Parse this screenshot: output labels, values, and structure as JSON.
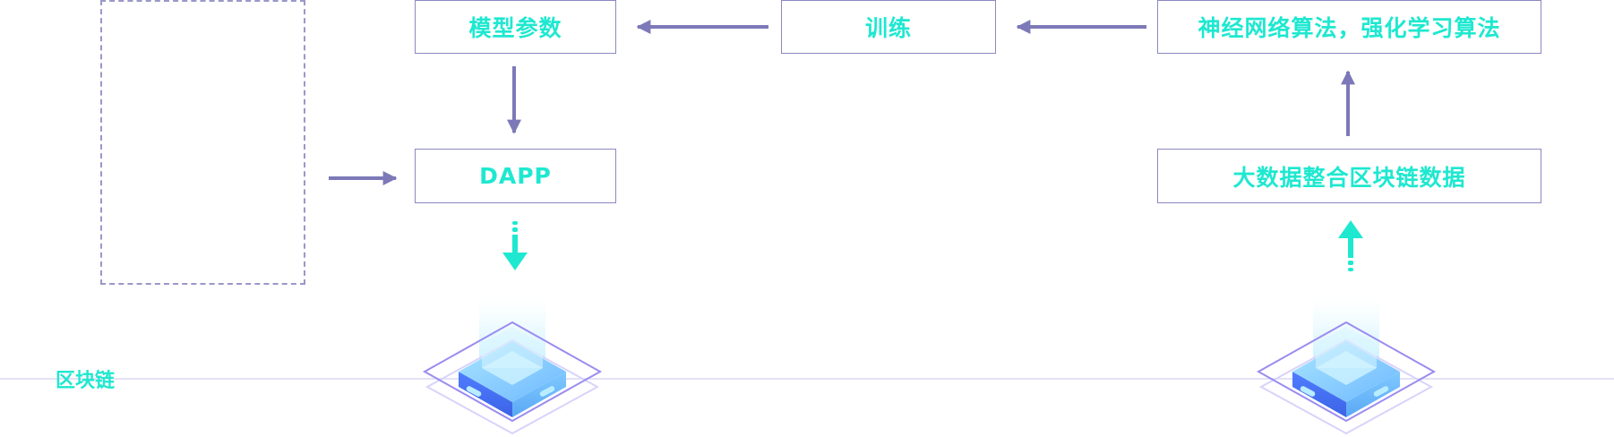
{
  "colors": {
    "text_accent": "#1ee8d0",
    "box_border": "#8b88c0",
    "arrow_purple": "#7d79b8",
    "arrow_cyan": "#1ee8d0",
    "chain_line": "#e4e2f5",
    "node_blue": "#5b8cff",
    "node_light": "#9fd9ff",
    "node_outline": "#9a8cf0"
  },
  "nodes": {
    "model_params": "模型参数",
    "training": "训练",
    "algorithms": "神经网络算法，强化学习算法",
    "dapp": "DAPP",
    "big_data": "大数据整合区块链数据"
  },
  "chain": {
    "label": "区块链"
  },
  "icons": {
    "block_node_left": "blockchain-node-icon",
    "block_node_right": "blockchain-node-icon"
  }
}
